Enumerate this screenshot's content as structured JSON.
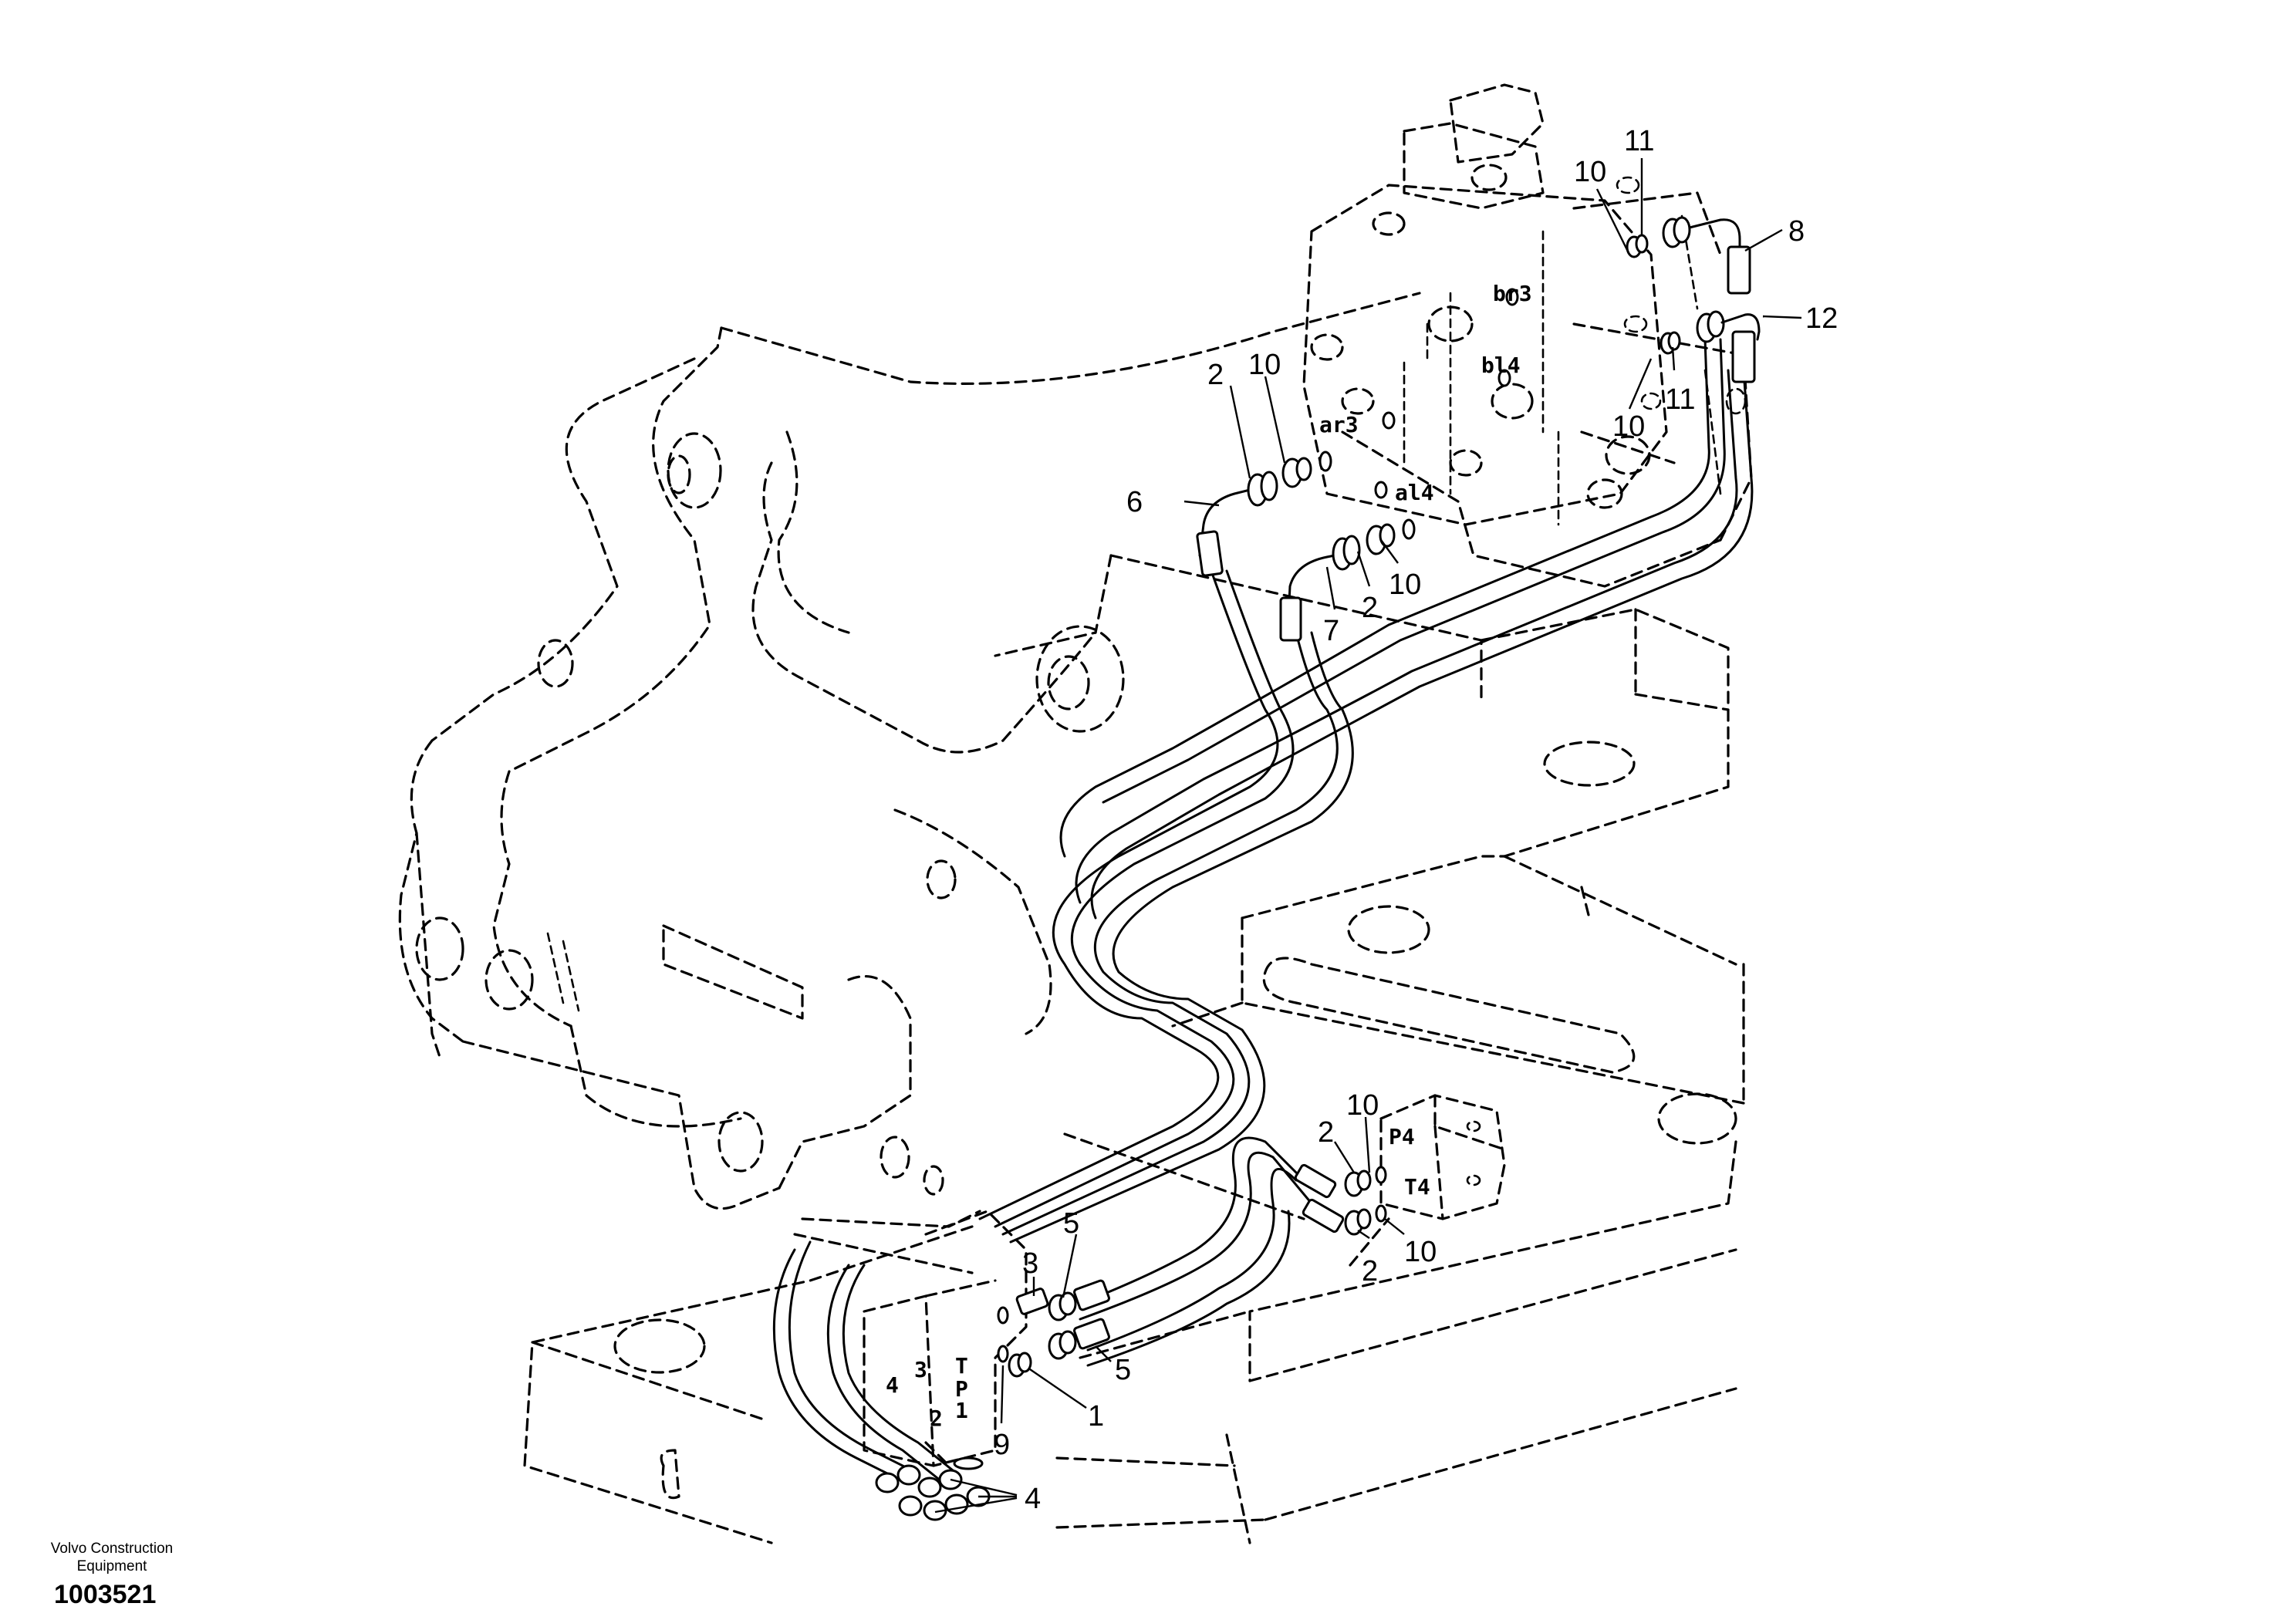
{
  "drawing": {
    "callouts": {
      "c11_top": "11",
      "c10_top": "10",
      "c8": "8",
      "c12": "12",
      "c11_mid": "11",
      "c10_mid": "10",
      "c10_left": "10",
      "c2_left": "2",
      "c6": "6",
      "c7": "7",
      "c2_mid": "2",
      "c10_lower": "10",
      "c10_p4": "10",
      "c2_p4": "2",
      "c10_t4": "10",
      "c2_t4": "2",
      "c3": "3",
      "c5_upper": "5",
      "c5_lower": "5",
      "c1": "1",
      "c9": "9",
      "c4": "4"
    },
    "ports": {
      "br3": "br3",
      "bl4": "bl4",
      "ar3": "ar3",
      "al4": "al4",
      "P4": "P4",
      "T4": "T4",
      "T": "T",
      "P": "P",
      "n1": "1",
      "n2": "2",
      "n3": "3",
      "n4": "4"
    }
  },
  "footer": {
    "brand_line1": "Volvo Construction",
    "brand_line2": "Equipment",
    "doc_number": "1003521"
  }
}
